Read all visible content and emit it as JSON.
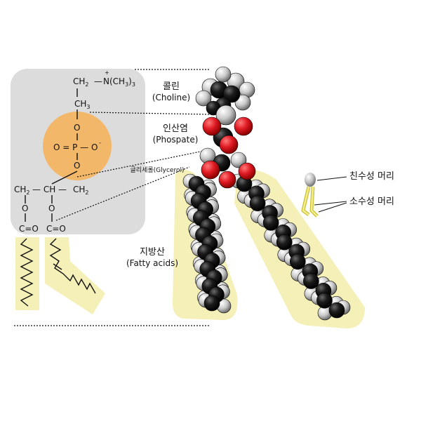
{
  "labels": {
    "choline": {
      "ko": "콜린",
      "en": "(Choline)"
    },
    "phosphate": {
      "ko": "인산염",
      "en": "(Phospate)"
    },
    "glycerol": {
      "ko": "글리세롤",
      "en": "(Glycerol)"
    },
    "fatty_acids": {
      "ko": "지방산",
      "en": "(Fatty acids)"
    },
    "legend_head": "친수성 머리",
    "legend_tail": "소수성 머리"
  },
  "formula": {
    "choline_top": "CH",
    "choline_top_sub": "2",
    "choline_dash": "—",
    "nitrogen": "N(CH",
    "nitrogen_sub": "3",
    "nitrogen_close": ")",
    "nitrogen_sub2": "3",
    "plus": "+",
    "ch3": "CH",
    "ch3_sub": "3",
    "o_top": "O",
    "p_row": "O = P — O",
    "minus": "-",
    "o_bottom": "O",
    "glycerol_row": "CH",
    "glycerol_row_sub": "2",
    "glycerol_mid": "— CH —",
    "glycerol_end": "CH",
    "glycerol_end_sub": "2",
    "ester_o1": "O",
    "ester_o2": "O",
    "carbonyl1": "C=O",
    "carbonyl2": "C=O"
  },
  "colors": {
    "panel": "#dcdcdc",
    "phosphate_circle": "#f2b768",
    "tail_highlight": "#f4f0b8",
    "oxygen": "#e01b24",
    "carbon": "#1a1a1a",
    "hydrogen": "#c8c8c8"
  }
}
